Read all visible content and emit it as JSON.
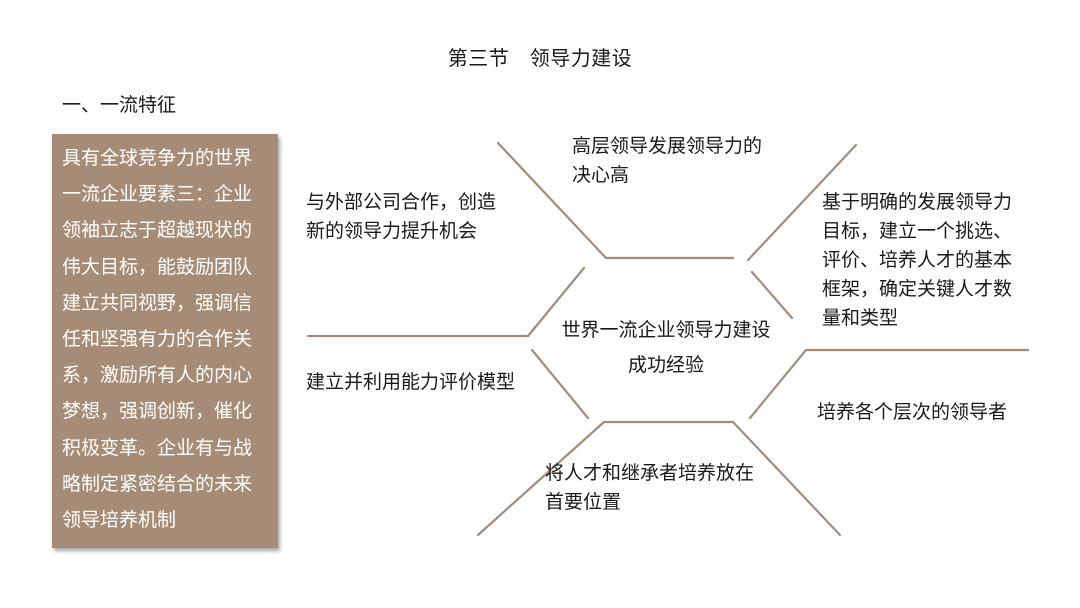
{
  "slide": {
    "title": "第三节　领导力建设",
    "subtitle": "一、一流特征"
  },
  "side_box": {
    "lines": [
      "具有全球竞争力的世界",
      "一流企业要素三：企业",
      "领袖立志于超越现状的",
      "伟大目标，能鼓励团队",
      "建立共同视野，强调信",
      "任和坚强有力的合作关",
      "系，激励所有人的内心",
      "梦想，强调创新，催化",
      "积极变革。企业有与战",
      "略制定紧密结合的未来",
      "领导培养机制"
    ]
  },
  "diagram": {
    "center": [
      "世界一流企业领导力建设",
      "成功经验"
    ],
    "top": [
      "高层领导发展领导力的",
      "决心高"
    ],
    "upper_left": [
      "与外部公司合作，创造",
      "新的领导力提升机会"
    ],
    "lower_left": [
      "建立并利用能力评价模型"
    ],
    "bottom": [
      "将人才和继承者培养放在",
      "首要位置"
    ],
    "upper_right": [
      "基于明确的发展领导力",
      "目标，建立一个挑选、",
      "评价、培养人才的基本",
      "框架，确定关键人才数",
      "量和类型"
    ],
    "lower_right": [
      "培养各个层次的领导者"
    ],
    "line_color": "#a68c76"
  }
}
